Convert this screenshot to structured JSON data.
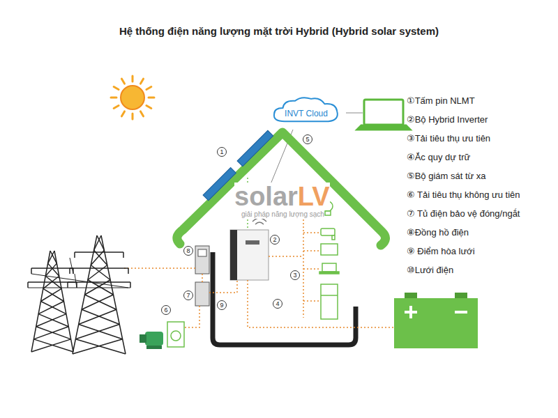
{
  "diagram": {
    "title": "Hệ thống điện năng lượng mặt trời Hybrid (Hybrid solar system)",
    "nodes": [
      {
        "text": [
          "INVT Cloud"
        ]
      }
    ],
    "labels": [
      "1",
      "2",
      "3",
      "4",
      "5",
      "6",
      "7",
      "8",
      "9",
      "①Tấm pin NLMT",
      "②Bộ Hybrid Inverter",
      "③Tải tiêu thụ ưu tiên",
      "④Ắc quy dự trữ",
      "⑤Bộ giám sát từ xa",
      "⑥ Tải tiêu thụ không ưu tiên",
      "⑦ Tủ điện bảo vệ đóng/ngắt",
      "⑧Đồng hồ điện",
      "⑨ Điểm hòa lưới",
      "⑩Lưới điện",
      "solar",
      "LV",
      "giải pháp năng lượng sạch"
    ]
  }
}
